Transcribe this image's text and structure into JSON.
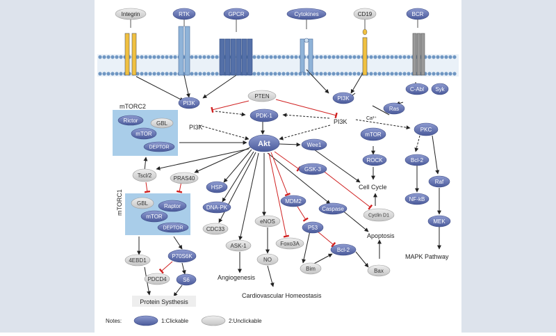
{
  "receptors": {
    "integrin": "Integrin",
    "rtk": "RTK",
    "gpcr": "GPCR",
    "cytokines": "Cytokines",
    "cd19": "CD19",
    "bcr": "BCR"
  },
  "nodes": {
    "pi3k_left": "PI3K",
    "pi3k_left_text": "PI3K",
    "pten": "PTEN",
    "pdk1": "PDK-1",
    "pi3k_right": "PI3K",
    "pi3k_right_text": "PI3K",
    "ca2": "Ca²⁺",
    "c_abl": "C-Abl",
    "syk": "Syk",
    "ras": "Ras",
    "mtor_right": "mTOR",
    "pkc": "PKC",
    "akt": "Akt",
    "wee1": "Wee1",
    "gsk3": "GSK-3",
    "rock": "ROCK",
    "bcl2_right": "Bcl-2",
    "raf": "Raf",
    "nfkb": "NF-kB",
    "mek": "MEK",
    "cell_cycle": "Cell Cycle",
    "cyclin_d1": "Cyclin D1",
    "apoptosis": "Apoptosis",
    "mapk_pathway": "MAPK Pathway",
    "tsc12": "Tscl/2",
    "pras40": "PRAS40",
    "hsp": "HSP",
    "dna_pk": "DNA-PK",
    "cdc33": "CDC33",
    "ask1": "ASK-1",
    "enos": "eNOS",
    "no": "NO",
    "mdm2": "MDM2",
    "caspase": "Caspase",
    "p53": "P53",
    "foxo3a": "Foxo3A",
    "bcl2_bottom": "Bcl-2",
    "bim": "Bim",
    "bax": "Bax",
    "angiogenesis": "Angiogenesis",
    "cardiovascular": "Cardiovascular Homeostasis",
    "ebp1": "4EBD1",
    "p70s6k": "P70S6K",
    "pdcd4": "PDCD4",
    "s6": "S6",
    "protein_synthesis": "Protein Systhesis"
  },
  "mtorc2": {
    "title": "mTORC2",
    "rictor": "Rictor",
    "gbl": "GBL",
    "mtor": "mTOR",
    "deptor": "DEPTOR"
  },
  "mtorc1": {
    "title": "mTORC1",
    "gbl": "GBL",
    "raptor": "Raptor",
    "mtor": "mTOR",
    "deptor": "DEPTOR"
  },
  "notes": {
    "label": "Notes:",
    "clickable": "1:Clickable",
    "unclickable": "2:Unclickable"
  },
  "colors": {
    "clickable_fill": "#5e6fae",
    "clickable_text": "#ffffff",
    "unclickable_fill": "#d4d4d4",
    "unclickable_text": "#333333",
    "complex_box": "#a9cde9",
    "inhibit_arrow": "#d02020",
    "membrane": "#7da2c8"
  }
}
